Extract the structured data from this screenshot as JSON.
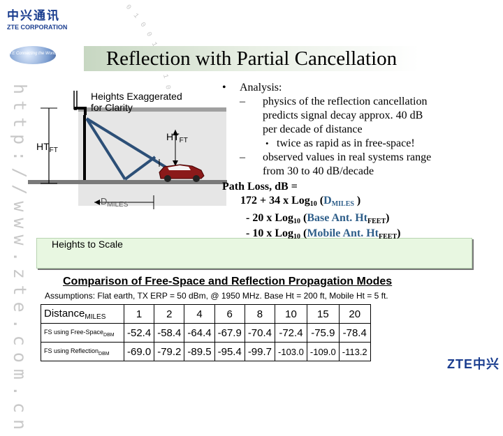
{
  "header": {
    "logo_cn": "中兴通讯",
    "logo_en": "ZTE CORPORATION",
    "tagline": "ZTE Connecting the World",
    "title": "Reflection with Partial Cancellation"
  },
  "sidebar": {
    "url_text": "http://www.zte.com.cn",
    "binary_text": "0 1 0 0 1 0 0 1 0 1 0 1 0 1 0 0 1"
  },
  "diagram": {
    "exaggerated_label_1": "Heights Exaggerated",
    "exaggerated_label_2": "for Clarity",
    "ht_left": "HT",
    "ht_left_sub": "FT",
    "ht_right": "HT",
    "ht_right_sub": "FT",
    "distance": "D",
    "distance_sub": "MILES",
    "scale_label": "Heights to Scale"
  },
  "analysis": {
    "heading": "Analysis:",
    "dash1_line1": "physics of the reflection cancellation",
    "dash1_line2": "predicts signal decay approx.   40 dB",
    "dash1_line3": "per decade of distance",
    "sub_bullet": "twice as rapid as in free-space!",
    "dash2_line1": "observed values in real systems range",
    "dash2_line2": "from 30 to 40 dB/decade"
  },
  "formula": {
    "line1": "Path Loss, dB =",
    "line2_a": "172 + 34 x Log",
    "line2_sub": "10",
    "line2_b": " (",
    "line2_var": "D",
    "line2_var_sub": "MILES",
    "line2_c": " )",
    "line3_a": "- 20 x Log",
    "line3_sub": "10",
    "line3_b": " (",
    "line3_var": "Base Ant. Ht",
    "line3_var_sub": "FEET",
    "line3_c": ")",
    "line4_a": "- 10 x Log",
    "line4_sub": "10",
    "line4_b": " (",
    "line4_var": "Mobile Ant. Ht",
    "line4_var_sub": "FEET",
    "line4_c": ")"
  },
  "table": {
    "title": "Comparison of Free-Space and Reflection Propagation Modes",
    "description": "Assumptions: Flat earth, TX ERP = 50 dBm, @ 1950 MHz.  Base Ht = 200 ft,  Mobile Ht = 5 ft.",
    "header_label": "Distance",
    "header_label_sub": "MILES",
    "distances": [
      "1",
      "2",
      "4",
      "6",
      "8",
      "10",
      "15",
      "20"
    ],
    "rows": [
      {
        "label": "FS using Free-Space",
        "label_sub": "DBM",
        "values": [
          "-52.4",
          "-58.4",
          "-64.4",
          "-67.9",
          "-70.4",
          "-72.4",
          "-75.9",
          "-78.4"
        ]
      },
      {
        "label": "FS using Reflection",
        "label_sub": "DBM",
        "values": [
          "-69.0",
          "-79.2",
          "-89.5",
          "-95.4",
          "-99.7",
          "-103.0",
          "-109.0",
          "-113.2"
        ]
      }
    ]
  },
  "footer": {
    "logo": "ZTE中兴"
  },
  "colors": {
    "brand_blue": "#1a3d8f",
    "highlight_text": "#2e5e89",
    "strip_green": "#e8f7e1"
  }
}
